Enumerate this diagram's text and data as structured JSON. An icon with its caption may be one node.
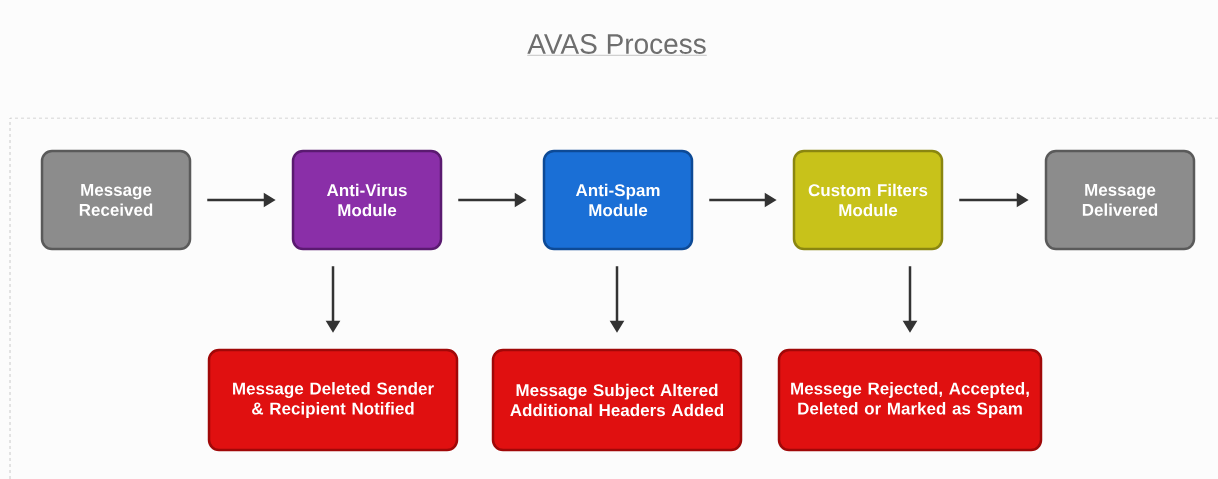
{
  "diagram": {
    "title": "AVAS Process",
    "nodes": [
      {
        "text": [
          "Message Received"
        ]
      },
      {
        "text": [
          "Anti-Virus Module"
        ]
      },
      {
        "text": [
          "Anti-Spam Module"
        ]
      },
      {
        "text": [
          "Custom Filters Module"
        ]
      },
      {
        "text": [
          "Message Delivered"
        ]
      },
      {
        "text": [
          "Message Deleted Sender & Recipient Notified"
        ]
      },
      {
        "text": [
          "Message Subject Altered Additional Headers Added"
        ]
      },
      {
        "text": [
          "Messege Rejected, Accepted, Deleted or Marked as Spam"
        ]
      }
    ],
    "edges": [
      {
        "from": 0,
        "to": 1,
        "arrow": "to"
      },
      {
        "from": 1,
        "to": 2,
        "arrow": "to"
      },
      {
        "from": 2,
        "to": 3,
        "arrow": "to"
      },
      {
        "from": 3,
        "to": 4,
        "arrow": "to"
      },
      {
        "from": 1,
        "to": 5,
        "arrow": "to"
      },
      {
        "from": 2,
        "to": 6,
        "arrow": "to"
      },
      {
        "from": 3,
        "to": 7,
        "arrow": "to"
      }
    ]
  }
}
